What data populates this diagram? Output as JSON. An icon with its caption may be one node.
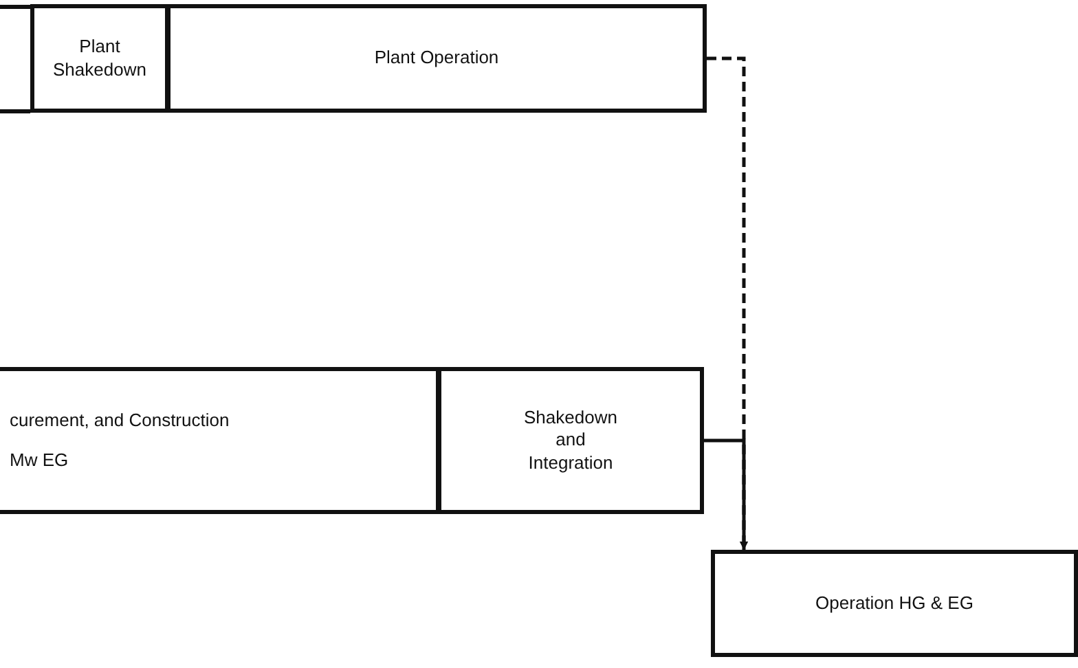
{
  "diagram": {
    "nodes": [
      {
        "text": [
          "Plant Shakedown"
        ]
      },
      {
        "text": [
          "Plant Operation"
        ]
      },
      {
        "text": [
          "curement, and Construction",
          "Mw EG"
        ]
      },
      {
        "text": [
          "Shakedown and Integration"
        ]
      },
      {
        "text": [
          "Operation HG & EG"
        ]
      }
    ],
    "edges": [
      {
        "from": 1,
        "to": 4,
        "arrow": "to",
        "style": "dashed"
      },
      {
        "from": 3,
        "to": 4,
        "arrow": "to"
      }
    ]
  }
}
